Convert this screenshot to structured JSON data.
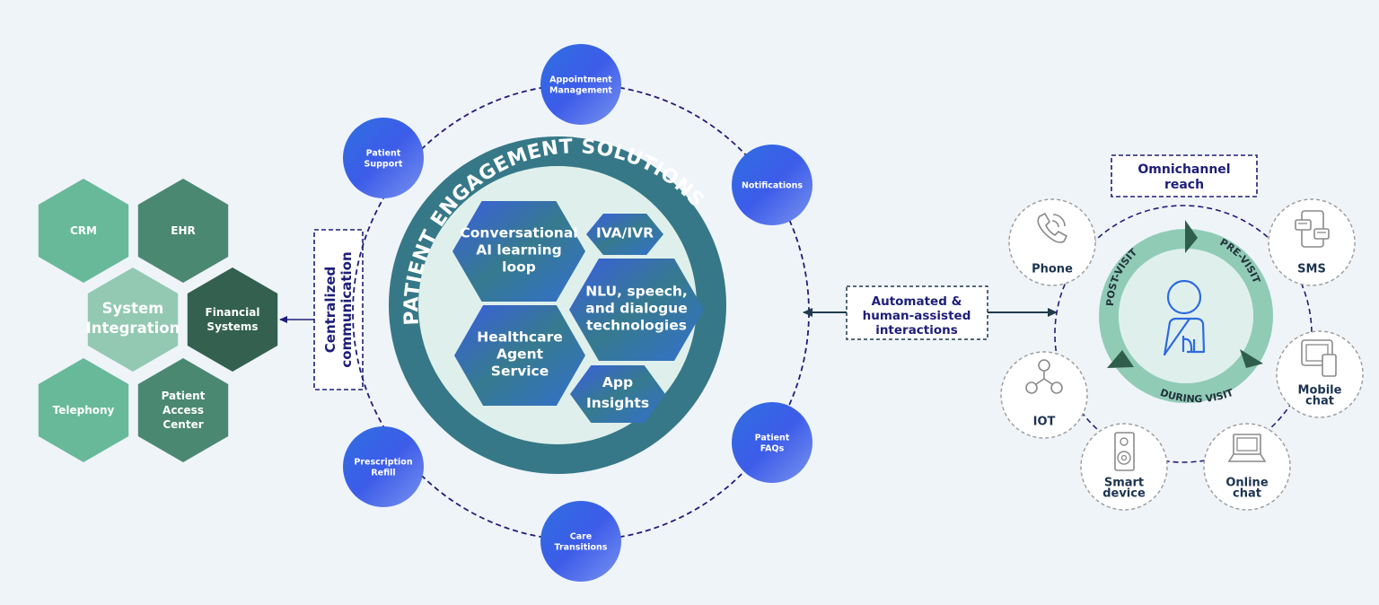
{
  "colors": {
    "background": "#eff4f9",
    "navy": "#1e1e78",
    "teal_ring": "#367887",
    "teal_inner": "#dff0ec",
    "blue_node": "#3b5ee8",
    "hex_light": "#68b99a",
    "hex_mid": "#4a8872",
    "hex_dark": "#33604f",
    "hex_center": "#93c9b3",
    "cycle_ring": "#90cbb6",
    "cycle_arrow": "#2f5f4c",
    "patient_icon": "#2e6ae0",
    "channel_icon": "#8a8a8a",
    "channel_text": "#1c3450"
  },
  "system_integration": {
    "center_label": [
      "System",
      "Integration"
    ],
    "hexes": [
      {
        "id": "crm",
        "label": [
          "CRM"
        ],
        "tone": "light"
      },
      {
        "id": "ehr",
        "label": [
          "EHR"
        ],
        "tone": "mid"
      },
      {
        "id": "financial-systems",
        "label": [
          "Financial",
          "Systems"
        ],
        "tone": "dark"
      },
      {
        "id": "telephony",
        "label": [
          "Telephony"
        ],
        "tone": "light"
      },
      {
        "id": "patient-access-center",
        "label": [
          "Patient",
          "Access",
          "Center"
        ],
        "tone": "mid"
      }
    ]
  },
  "centralized_communication": {
    "label": [
      "Centralized",
      "communication"
    ]
  },
  "patient_engagement": {
    "title": "PATIENT ENGAGEMENT SOLUTIONS",
    "outer_nodes": [
      {
        "id": "appointment-management",
        "label": [
          "Appointment",
          "Management"
        ]
      },
      {
        "id": "notifications",
        "label": [
          "Notifications"
        ]
      },
      {
        "id": "patient-faqs",
        "label": [
          "Patient",
          "FAQs"
        ]
      },
      {
        "id": "care-transitions",
        "label": [
          "Care",
          "Transitions"
        ]
      },
      {
        "id": "prescription-refill",
        "label": [
          "Prescription",
          "Refill"
        ]
      },
      {
        "id": "patient-support",
        "label": [
          "Patient",
          "Support"
        ]
      }
    ],
    "inner_hexes": [
      {
        "id": "conversational-ai",
        "label": [
          "Conversational",
          "AI learning",
          "loop"
        ]
      },
      {
        "id": "iva-ivr",
        "label": [
          "IVA/IVR"
        ]
      },
      {
        "id": "nlu-speech",
        "label": [
          "NLU, speech,",
          "and dialogue",
          "technologies"
        ]
      },
      {
        "id": "healthcare-agent-service",
        "label": [
          "Healthcare",
          "Agent",
          "Service"
        ]
      },
      {
        "id": "app-insights",
        "label": [
          "App",
          "Insights"
        ]
      }
    ]
  },
  "interactions": {
    "label": [
      "Automated &",
      "human-assisted",
      "interactions"
    ]
  },
  "omnichannel": {
    "title": [
      "Omnichannel",
      "reach"
    ],
    "cycle_labels": {
      "pre_visit": "PRE-VISIT",
      "during_visit": "DURING VISIT",
      "post_visit": "POST-VISIT"
    },
    "channels": [
      {
        "id": "phone",
        "label": [
          "Phone"
        ],
        "icon": "phone-icon"
      },
      {
        "id": "sms",
        "label": [
          "SMS"
        ],
        "icon": "sms-icon"
      },
      {
        "id": "mobile-chat",
        "label": [
          "Mobile",
          "chat"
        ],
        "icon": "mobile-device-icon"
      },
      {
        "id": "online-chat",
        "label": [
          "Online",
          "chat"
        ],
        "icon": "laptop-icon"
      },
      {
        "id": "smart-device",
        "label": [
          "Smart",
          "device"
        ],
        "icon": "speaker-icon"
      },
      {
        "id": "iot",
        "label": [
          "IOT"
        ],
        "icon": "iot-network-icon"
      }
    ]
  }
}
